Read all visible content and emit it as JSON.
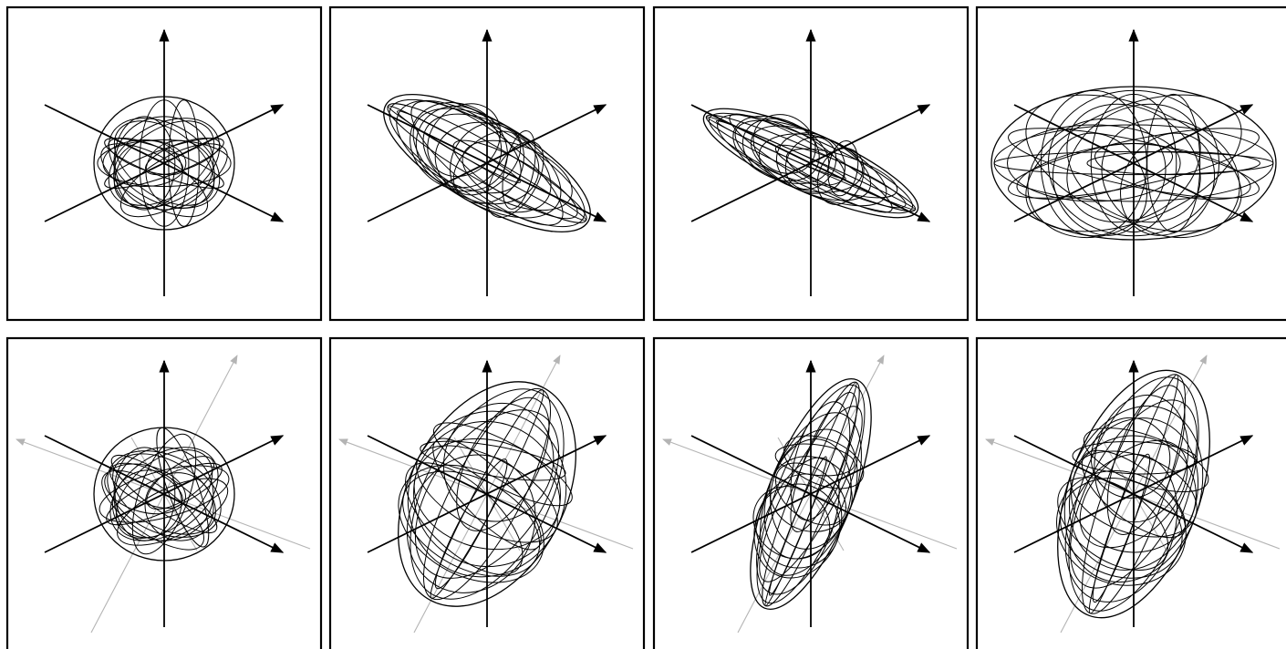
{
  "figure": {
    "rows": 2,
    "columns": 4,
    "panels": [
      {
        "row": 1,
        "column": 1,
        "shape": "sphere",
        "extra_axes": false
      },
      {
        "row": 1,
        "column": 2,
        "shape": "ellipsoid",
        "extra_axes": false
      },
      {
        "row": 1,
        "column": 3,
        "shape": "flat ellipsoid",
        "extra_axes": false
      },
      {
        "row": 1,
        "column": 4,
        "shape": "oblate ellipsoid",
        "extra_axes": false
      },
      {
        "row": 2,
        "column": 1,
        "shape": "sphere",
        "extra_axes": true
      },
      {
        "row": 2,
        "column": 2,
        "shape": "ellipsoid",
        "extra_axes": true
      },
      {
        "row": 2,
        "column": 3,
        "shape": "flat ellipsoid",
        "extra_axes": true
      },
      {
        "row": 2,
        "column": 4,
        "shape": "ellipsoid",
        "extra_axes": true
      }
    ],
    "colors": {
      "frame": "#000000",
      "axes": "#000000",
      "wireframe": "#000000",
      "rotated_axes": "#b4b4b4",
      "background": "#ffffff"
    }
  }
}
